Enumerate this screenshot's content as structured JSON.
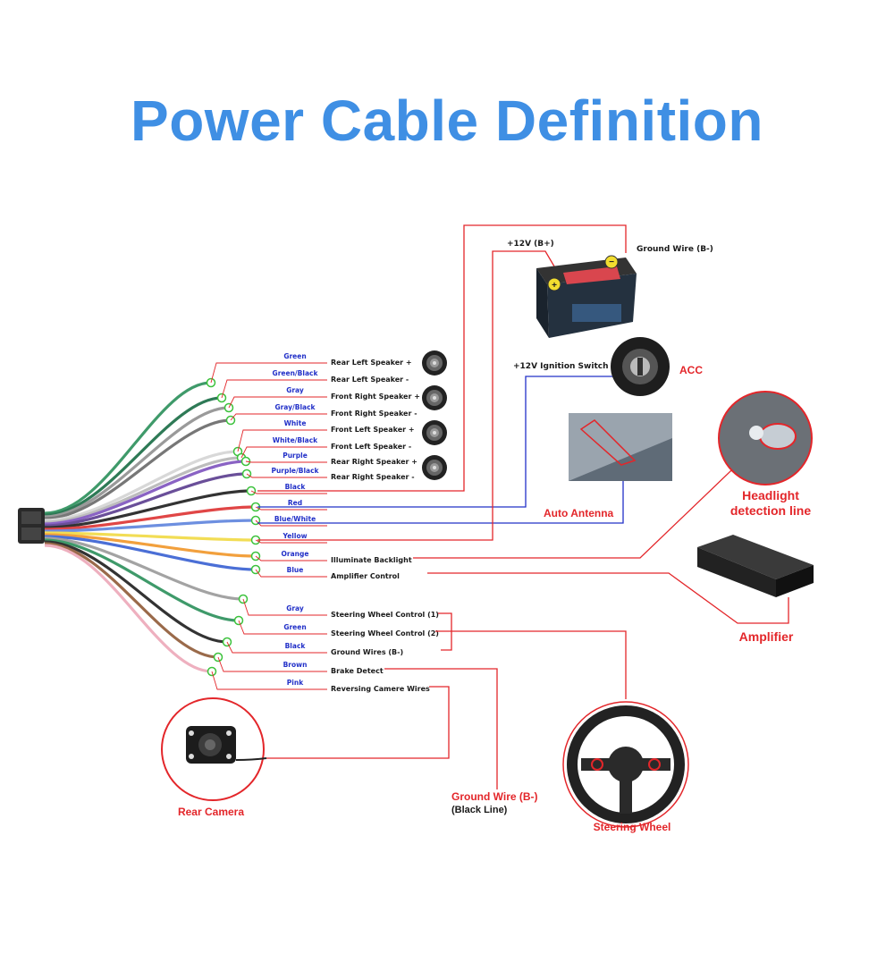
{
  "title": "Power Cable Definition",
  "colors": {
    "title": "#3f8fe4",
    "callout": "#e3262a",
    "blue_line": "#2230c8",
    "wire_label": "#2230c8"
  },
  "wires": [
    {
      "color_label": "Green",
      "function": "Rear Left Speaker +",
      "hex": "#3f9a6a",
      "icon": "speaker-icon"
    },
    {
      "color_label": "Green/Black",
      "function": "Rear Left Speaker -",
      "hex": "#2e7a56",
      "icon": ""
    },
    {
      "color_label": "Gray",
      "function": "Front Right Speaker +",
      "hex": "#9a9a9a",
      "icon": "speaker-icon"
    },
    {
      "color_label": "Gray/Black",
      "function": "Front Right Speaker -",
      "hex": "#777777",
      "icon": ""
    },
    {
      "color_label": "White",
      "function": "Front Left Speaker +",
      "hex": "#d8d8d8",
      "icon": "speaker-icon"
    },
    {
      "color_label": "White/Black",
      "function": "Front Left Speaker -",
      "hex": "#bdbdbd",
      "icon": ""
    },
    {
      "color_label": "Purple",
      "function": "Rear Right Speaker +",
      "hex": "#8a63c4",
      "icon": "speaker-icon"
    },
    {
      "color_label": "Purple/Black",
      "function": "Rear Right Speaker -",
      "hex": "#6a4f99",
      "icon": ""
    },
    {
      "color_label": "Black",
      "function": "",
      "hex": "#333333",
      "icon": ""
    },
    {
      "color_label": "Red",
      "function": "",
      "hex": "#e04646",
      "icon": ""
    },
    {
      "color_label": "Blue/White",
      "function": "",
      "hex": "#6d8fe0",
      "icon": ""
    },
    {
      "color_label": "Yellow",
      "function": "",
      "hex": "#f2dd55",
      "icon": ""
    },
    {
      "color_label": "Orange",
      "function": "Illuminate Backlight",
      "hex": "#f2a03d",
      "icon": ""
    },
    {
      "color_label": "Blue",
      "function": "Amplifier Control",
      "hex": "#4b6fd6",
      "icon": ""
    },
    {
      "color_label": "Gray",
      "function": "Steering Wheel Control (1)",
      "hex": "#a3a3a3",
      "icon": ""
    },
    {
      "color_label": "Green",
      "function": "Steering Wheel Control (2)",
      "hex": "#3f9a6a",
      "icon": ""
    },
    {
      "color_label": "Black",
      "function": "Ground Wires (B-)",
      "hex": "#333333",
      "icon": ""
    },
    {
      "color_label": "Brown",
      "function": "Brake Detect",
      "hex": "#9a6a4a",
      "icon": ""
    },
    {
      "color_label": "Pink",
      "function": "Reversing Camere Wires",
      "hex": "#eeb0bf",
      "icon": ""
    }
  ],
  "battery": {
    "plus_label": "+12V  (B+)",
    "ground_label": "Ground Wire (B-)"
  },
  "ignition": {
    "label": "+12V  Ignition Switch",
    "acc_label": "ACC"
  },
  "auto_antenna_label": "Auto Antenna",
  "headlight": {
    "line1": "Headlight",
    "line2": "detection line"
  },
  "amplifier_label": "Amplifier",
  "rear_camera_label": "Rear Camera",
  "ground_callout": {
    "line1": "Ground Wire (B-)",
    "line2": "(Black Line)"
  },
  "steering_wheel_label": "Steering Wheel"
}
